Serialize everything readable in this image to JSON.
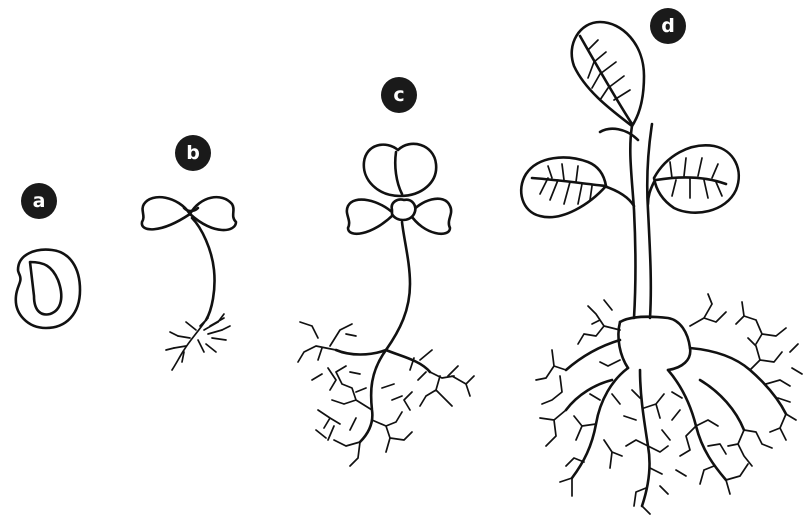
{
  "stages": [
    {
      "label": "a",
      "depicts": "seed"
    },
    {
      "label": "b",
      "depicts": "seedling"
    },
    {
      "label": "c",
      "depicts": "young plant"
    },
    {
      "label": "d",
      "depicts": "plant"
    }
  ]
}
